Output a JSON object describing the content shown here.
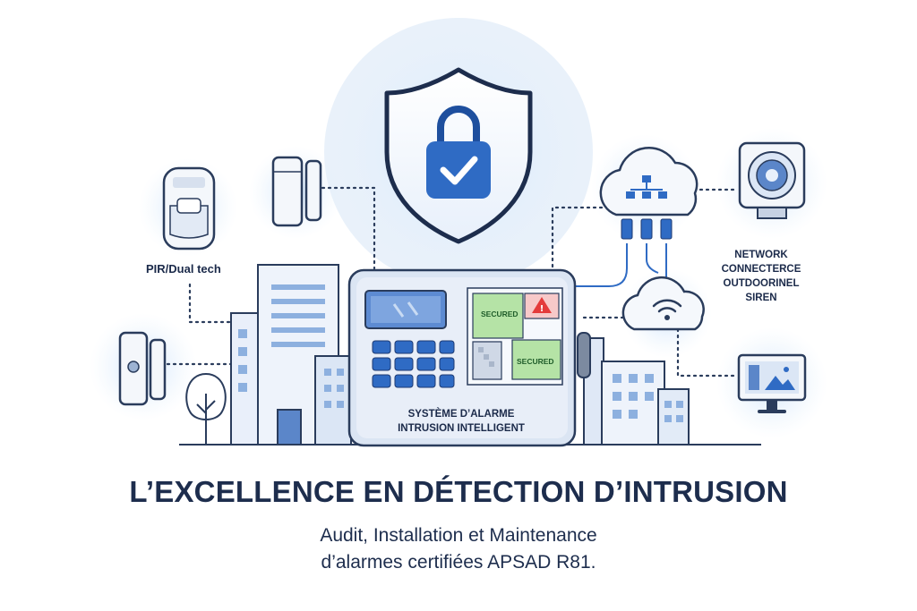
{
  "labels": {
    "pir": "PIR/Dual tech",
    "siren_lines": [
      "NETWORK",
      "CONNECTERCE",
      "OUTDOORINEL",
      "SIREN"
    ],
    "panel_lines": [
      "SYSTÈME D’ALARME",
      "INTRUSION INTELLIGENT"
    ],
    "zone_secured_1": "SECURED",
    "zone_secured_2": "SECURED"
  },
  "headline": "L’EXCELLENCE EN DÉTECTION D’INTRUSION",
  "subtitle_lines": [
    "Audit, Installation et Maintenance",
    "d’alarmes certifiées APSAD R81."
  ],
  "icons": [
    "shield-lock-icon",
    "pir-sensor-icon",
    "door-contact-icon",
    "cloud-network-icon",
    "wifi-cloud-icon",
    "siren-icon",
    "monitor-icon",
    "tree-icon"
  ],
  "colors": {
    "primary": "#2f6bc4",
    "navy": "#1d2d4d",
    "glow": "#dcebfb",
    "secured_zone": "#b5e3a6",
    "alert": "#e43b3b"
  }
}
